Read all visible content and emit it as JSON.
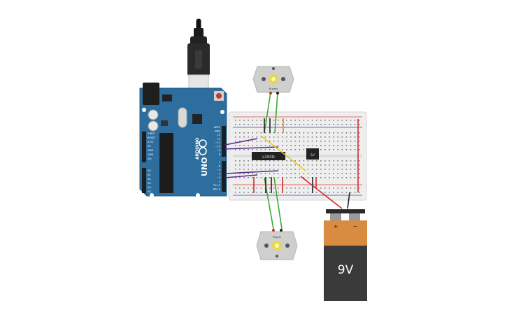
{
  "arduino": {
    "brand": "ARDUINO",
    "model": "UNO",
    "logo_symbol": "-∞+",
    "power_pins": [
      "IOREF",
      "RESET",
      "3.3V",
      "5V",
      "GND",
      "GND",
      "Vin"
    ],
    "analog_pins": [
      "A0",
      "A1",
      "A2",
      "A3",
      "A4",
      "A5"
    ],
    "digital_header_top": [
      "AREF",
      "GND",
      "13",
      "12",
      "~11",
      "~10",
      "~9",
      "8"
    ],
    "digital_header_bottom": [
      "7",
      "~6",
      "~5",
      "4",
      "~3",
      "2",
      "TX→1",
      "RX←0"
    ]
  },
  "breadboard": {
    "chip_label": "L293D",
    "regulator_label": "5V"
  },
  "motors": [
    {
      "id": "top",
      "label": "M-gear"
    },
    {
      "id": "bottom",
      "label": "M-gear"
    }
  ],
  "battery": {
    "voltage_label": "9V",
    "plus": "+",
    "minus": "−"
  },
  "colors": {
    "arduino_blue": "#2e6e9e",
    "wire_green": "#3aaa35",
    "wire_purple": "#5b2c86",
    "wire_yellow": "#e7c72a",
    "wire_red": "#d42a2a",
    "wire_black": "#222222",
    "battery_orange": "#d98b3f",
    "battery_body": "#3a3a3a",
    "breadboard": "#eeeeee"
  }
}
